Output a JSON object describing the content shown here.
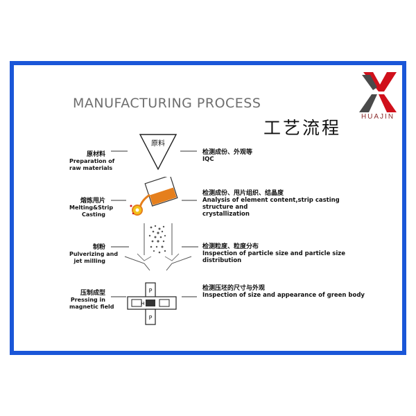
{
  "header": {
    "title_en": "MANUFACTURING PROCESS",
    "title_cn": "工艺流程"
  },
  "logo": {
    "brand": "HUAJIN",
    "mark_color": "#d0101b",
    "mark_color_dark": "#4a4a4a"
  },
  "frame_color": "#1a56d8",
  "steps": [
    {
      "left_cn": "原材料",
      "left_en": [
        "Preparation of",
        "raw materials"
      ],
      "icon": "raw-material-funnel-icon",
      "icon_label": "原料",
      "right_cn": "检测成份、外观等",
      "right_en": [
        "IQC"
      ]
    },
    {
      "left_cn": "熔炼甩片",
      "left_en": [
        "Melting&Strip",
        "Casting"
      ],
      "icon": "pouring-crucible-icon",
      "right_cn": "检测成份、甩片组织、结晶度",
      "right_en": [
        "Analysis of element content,strip casting structure and",
        "crystallization"
      ]
    },
    {
      "left_cn": "制粉",
      "left_en": [
        "Pulverizing and",
        "jet milling"
      ],
      "icon": "jet-mill-icon",
      "right_cn": "检测粒度、粒度分布",
      "right_en": [
        "Inspection of particle size and particle size distribution"
      ]
    },
    {
      "left_cn": "压制成型",
      "left_en": [
        "Pressing in",
        "magnetic field"
      ],
      "icon": "magnetic-press-icon",
      "icon_labels": [
        "P",
        "H",
        "P"
      ],
      "right_cn": "检测压坯的尺寸与外观",
      "right_en": [
        "Inspection of size and appearance of green body"
      ]
    }
  ]
}
